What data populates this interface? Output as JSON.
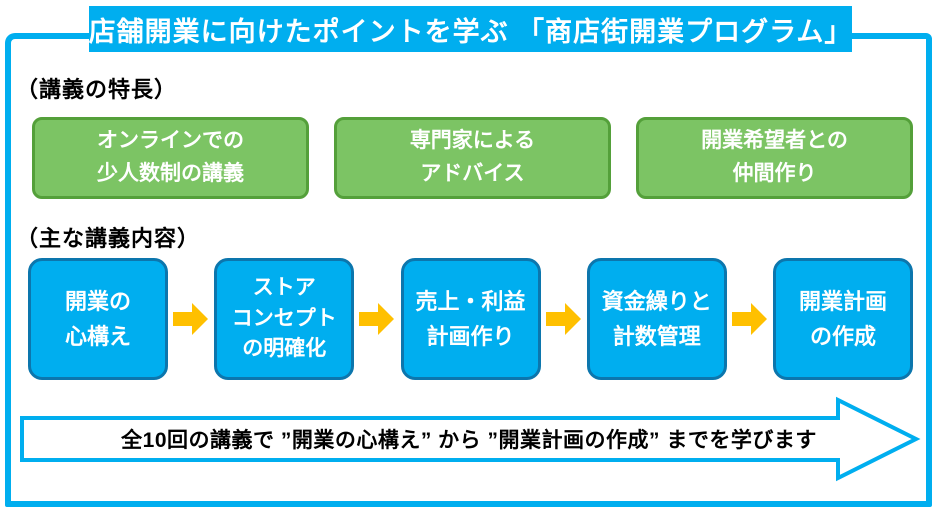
{
  "colors": {
    "cyan": "#00AEEF",
    "cyan_dark": "#0C76AD",
    "green": "#7CC464",
    "green_dark": "#54A03A",
    "yellow": "#FFC000"
  },
  "header": {
    "title": "店舗開業に向けたポイントを学ぶ 「商店街開業プログラム」"
  },
  "features": {
    "label": "（講義の特長）",
    "items": [
      {
        "lines": [
          "オンラインでの",
          "少人数制の講義"
        ]
      },
      {
        "lines": [
          "専門家による",
          "アドバイス"
        ]
      },
      {
        "lines": [
          "開業希望者との",
          "仲間作り"
        ]
      }
    ]
  },
  "curriculum": {
    "label": "（主な講義内容）",
    "steps": [
      {
        "lines": [
          "開業の",
          "心構え"
        ]
      },
      {
        "lines": [
          "ストア",
          "コンセプト",
          "の明確化"
        ]
      },
      {
        "lines": [
          "売上・利益",
          "計画作り"
        ]
      },
      {
        "lines": [
          "資金繰りと",
          "計数管理"
        ]
      },
      {
        "lines": [
          "開業計画",
          "の作成"
        ]
      }
    ]
  },
  "summary": {
    "text": "全10回の講義で ”開業の心構え” から ”開業計画の作成” までを学びます"
  }
}
